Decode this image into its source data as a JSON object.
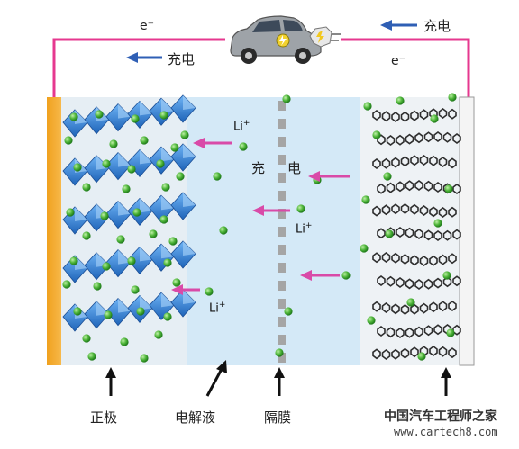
{
  "electron_left": "e⁻",
  "electron_right": "e⁻",
  "charge_left": "充电",
  "charge_right": "充电",
  "charge_center_1": "充",
  "charge_center_2": "电",
  "li_ion_top": "Li",
  "li_ion_middle": "Li",
  "li_ion_bottom": "Li",
  "li_ion_superscript": "+",
  "label_cathode": "正极",
  "label_electrolyte": "电解液",
  "label_separator": "隔膜",
  "watermark_cn": "中国汽车工程师之家",
  "watermark_url": "www.cartech8.com",
  "colors": {
    "circuit_wire": "#e6388f",
    "flow_arrow": "#d94aa8",
    "direction_arrow": "#2f5fb5",
    "cathode_plate": "#f5a623",
    "cathode_crystal": "#2b7fd6",
    "lithium_ion": "#4fb63a",
    "electrolyte": "#d4e9f7",
    "separator": "#a5a5a5",
    "graphite": "#2e2e2e"
  },
  "icons": [
    "electric-car-icon",
    "charging-plug-icon",
    "up-arrow-icon"
  ]
}
